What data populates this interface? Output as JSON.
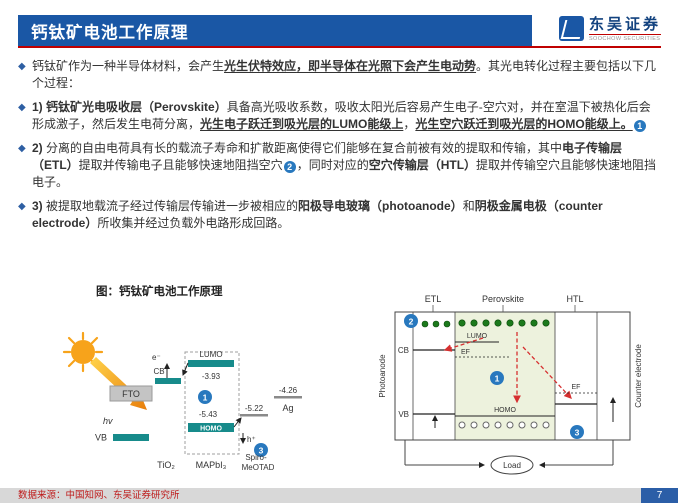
{
  "icons": {
    "bullet": "◆"
  },
  "header": {
    "title": "钙钛矿电池工作原理"
  },
  "logo": {
    "name": "东吴证券",
    "sub": "SOOCHOW SECURITIES"
  },
  "content": {
    "b1": {
      "s1": "钙钛矿作为一种半导体材料，会产生",
      "s2": "光生伏特效应",
      "s3": "，即半导体在光照下会产生电动势",
      "s4": "。其光电转化过程主要包括以下几个过程："
    },
    "b2": {
      "s1": "1) 钙钛矿光电吸收层（Perovskite）",
      "s2": "具备高光吸收系数，吸收太阳光后容易产生电子-空穴对，并在室温下被热化后会形成激子，然后发生电荷分离，",
      "s3": "光生电子跃迁到吸光层的LUMO能级上",
      "s4": "，",
      "s5": "光生空穴跃迁到吸光层的HOMO能级上。",
      "badge": "1"
    },
    "b3": {
      "s1": "2) ",
      "s2": "分离的自由电荷具有长的载流子寿命和扩散距离使得它们能够在复合前被有效的提取和传输，其中",
      "s3": "电子传输层（ETL）",
      "s4": "提取并传输电子且能够快速地阻挡空穴",
      "badge": "2",
      "s5": "，同时对应的",
      "s6": "空穴传输层（HTL）",
      "s7": "提取并传输空穴且能够快速地阻挡电子。"
    },
    "b4": {
      "s1": "3) ",
      "s2": "被提取地载流子经过传输层传输进一步被相应的",
      "s3": "阳极导电玻璃（photoanode）",
      "s4": "和",
      "s5": "阴极金属电极（counter electrode）",
      "s6": "所收集并经过负载外电路形成回路。"
    }
  },
  "figure": {
    "caption": "图：钙钛矿电池工作原理"
  },
  "diagram": {
    "left": {
      "e_minus": "e⁻",
      "cb": "CB",
      "lumo": "LUMO",
      "lumo_ev": "-3.93",
      "fto": "FTO",
      "hv": "hv",
      "n1": "1",
      "homo_ev": "-5.43",
      "spiro_ev": "-5.22",
      "ag_ev": "-4.26",
      "ag": "Ag",
      "homo": "HOMO",
      "vb": "VB",
      "h_plus": "h⁺",
      "n3": "3",
      "tio2": "TiO₂",
      "mapbi3": "MAPbI₃",
      "spiro_line1": "Spiro-",
      "spiro_line2": "MeOTAD"
    },
    "right": {
      "etl": "ETL",
      "perovskite": "Perovskite",
      "htl": "HTL",
      "photoanode": "Photoanode",
      "counter_electrode": "Counter electrode",
      "cb": "CB",
      "lumo": "LUMO",
      "ef": "EF",
      "ef2": "EF",
      "vb": "VB",
      "homo": "HOMO",
      "load": "Load",
      "n1": "1",
      "n2": "2",
      "n3": "3"
    }
  },
  "footer": {
    "source": "数据来源：中国知网、东吴证券研究所",
    "page": "7"
  },
  "colors": {
    "accent_blue": "#1A57A5",
    "rule_red": "#C00000",
    "badge_blue": "#2878BE",
    "level_teal": "#178B8B"
  }
}
